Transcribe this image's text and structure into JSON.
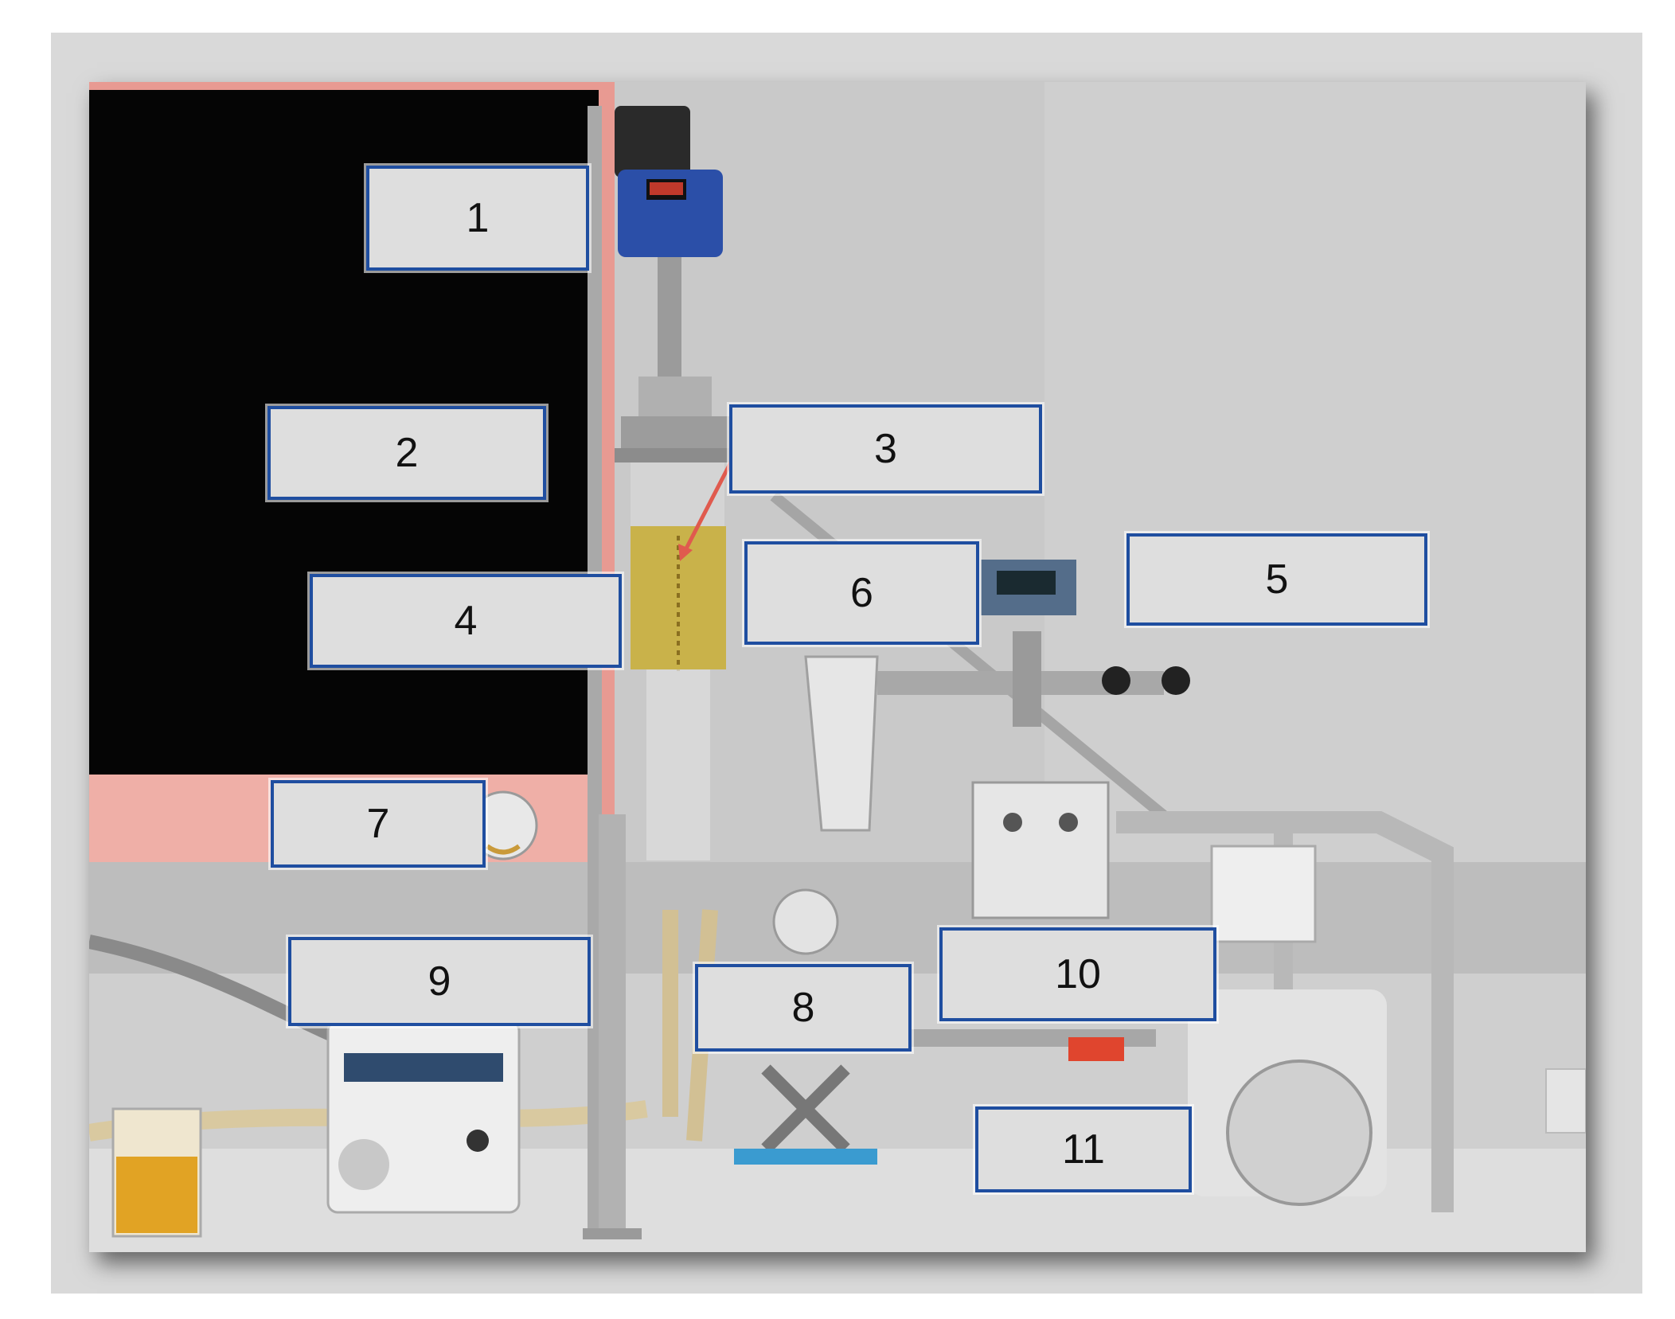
{
  "labels": [
    "1",
    "2",
    "3",
    "4",
    "5",
    "6",
    "7",
    "8",
    "9",
    "10",
    "11"
  ],
  "colors": {
    "label_border": "#1f4ea0",
    "label_fill": "#dedede",
    "wall": "#c8c8c8",
    "board": "#050505",
    "glass_jacket": "#c9b24a",
    "steel": "#b8b8b8",
    "motor_blue": "#2b4fa8",
    "arrow": "#e05a4e"
  },
  "icons": [
    "photo-lab-apparatus",
    "arrow-indicator"
  ]
}
